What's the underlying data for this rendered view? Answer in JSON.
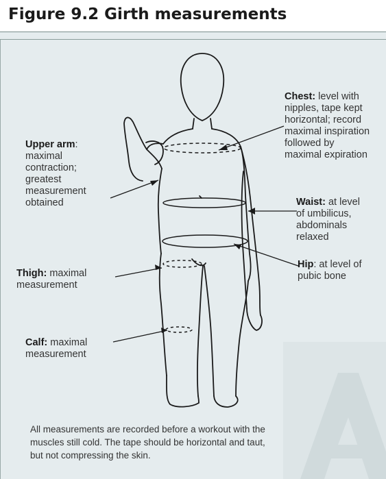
{
  "figure_title": "Figure 9.2 Girth measurements",
  "labels": {
    "chest": {
      "term": "Chest:",
      "lines": [
        " level with",
        "nipples, tape kept",
        "horizontal; record",
        "maximal inspiration",
        "followed by",
        "maximal expiration"
      ]
    },
    "upper_arm": {
      "term": "Upper arm",
      "lines": [
        ":",
        "maximal",
        "contraction;",
        "greatest",
        "measurement",
        "obtained"
      ]
    },
    "waist": {
      "term": "Waist:",
      "lines": [
        " at level",
        "of umbilicus,",
        "abdominals",
        "relaxed"
      ]
    },
    "hip": {
      "term": "Hip",
      "lines": [
        ": at level of",
        "pubic bone"
      ]
    },
    "thigh": {
      "term": "Thigh:",
      "lines": [
        " maximal",
        "measurement"
      ]
    },
    "calf": {
      "term": "Calf:",
      "lines": [
        " maximal",
        "measurement"
      ]
    }
  },
  "note_lines": [
    "All measurements are recorded before a workout with the",
    "muscles still cold. The tape should be horizontal and taut,",
    "but not compressing the skin."
  ],
  "colors": {
    "panel": "#e5ecee",
    "header": "#ffffff",
    "watermark": "#d6dfe1",
    "ink": "#1a1a1a"
  }
}
